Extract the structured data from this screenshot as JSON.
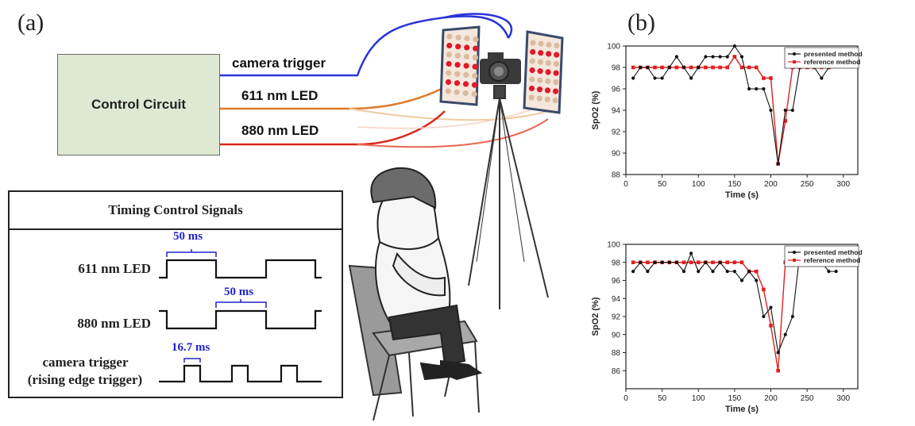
{
  "panels": {
    "a": "(a)",
    "b": "(b)"
  },
  "setup": {
    "control_circuit": "Control Circuit",
    "signals": [
      "camera trigger",
      "611 nm LED",
      "880 nm LED"
    ],
    "signal_colors": [
      "#2a35d6",
      "#e07a2a",
      "#d8281c"
    ]
  },
  "timing": {
    "title": "Timing Control Signals",
    "rows": [
      {
        "label": "611 nm LED",
        "duration": "50 ms"
      },
      {
        "label": "880 nm LED",
        "duration": "50 ms"
      },
      {
        "label": "camera trigger",
        "label2": "(rising edge trigger)",
        "duration": "16.7 ms"
      }
    ]
  },
  "chart_data": [
    {
      "type": "line",
      "xlabel": "Time (s)",
      "ylabel": "SpO2 (%)",
      "xlim": [
        0,
        320
      ],
      "ylim": [
        88,
        100
      ],
      "xticks": [
        0,
        50,
        100,
        150,
        200,
        250,
        300
      ],
      "yticks": [
        88,
        90,
        92,
        94,
        96,
        98,
        100
      ],
      "legend_position": "top-right",
      "series": [
        {
          "name": "presented method",
          "color": "#111111",
          "points": [
            [
              10,
              97
            ],
            [
              20,
              98
            ],
            [
              30,
              98
            ],
            [
              40,
              97
            ],
            [
              50,
              97
            ],
            [
              60,
              98
            ],
            [
              70,
              99
            ],
            [
              80,
              98
            ],
            [
              90,
              97
            ],
            [
              100,
              98
            ],
            [
              110,
              99
            ],
            [
              120,
              99
            ],
            [
              130,
              99
            ],
            [
              140,
              99
            ],
            [
              150,
              100
            ],
            [
              160,
              99
            ],
            [
              170,
              96
            ],
            [
              180,
              96
            ],
            [
              190,
              96
            ],
            [
              200,
              94
            ],
            [
              210,
              89
            ],
            [
              220,
              94
            ],
            [
              230,
              94
            ],
            [
              240,
              98
            ],
            [
              250,
              99
            ],
            [
              260,
              98
            ],
            [
              270,
              97
            ],
            [
              280,
              98
            ]
          ]
        },
        {
          "name": "reference method",
          "color": "#e02020",
          "points": [
            [
              10,
              98
            ],
            [
              20,
              98
            ],
            [
              30,
              98
            ],
            [
              40,
              98
            ],
            [
              50,
              98
            ],
            [
              60,
              98
            ],
            [
              70,
              98
            ],
            [
              80,
              98
            ],
            [
              90,
              98
            ],
            [
              100,
              98
            ],
            [
              110,
              98
            ],
            [
              120,
              98
            ],
            [
              130,
              98
            ],
            [
              140,
              98
            ],
            [
              150,
              99
            ],
            [
              160,
              98
            ],
            [
              170,
              98
            ],
            [
              180,
              98
            ],
            [
              190,
              97
            ],
            [
              200,
              97
            ],
            [
              210,
              89
            ],
            [
              220,
              93
            ],
            [
              230,
              98
            ],
            [
              240,
              98
            ],
            [
              250,
              98
            ],
            [
              260,
              98
            ],
            [
              270,
              98
            ],
            [
              280,
              98
            ]
          ]
        }
      ]
    },
    {
      "type": "line",
      "xlabel": "Time (s)",
      "ylabel": "SpO2 (%)",
      "xlim": [
        0,
        320
      ],
      "ylim": [
        84,
        100
      ],
      "xticks": [
        0,
        50,
        100,
        150,
        200,
        250,
        300
      ],
      "yticks": [
        86,
        88,
        90,
        92,
        94,
        96,
        98,
        100
      ],
      "legend_position": "top-right",
      "series": [
        {
          "name": "presented method",
          "color": "#111111",
          "points": [
            [
              10,
              97
            ],
            [
              20,
              98
            ],
            [
              30,
              97
            ],
            [
              40,
              98
            ],
            [
              50,
              98
            ],
            [
              60,
              98
            ],
            [
              70,
              98
            ],
            [
              80,
              97
            ],
            [
              90,
              99
            ],
            [
              100,
              97
            ],
            [
              110,
              98
            ],
            [
              120,
              97
            ],
            [
              130,
              98
            ],
            [
              140,
              97
            ],
            [
              150,
              97
            ],
            [
              160,
              96
            ],
            [
              170,
              97
            ],
            [
              180,
              96
            ],
            [
              190,
              92
            ],
            [
              200,
              93
            ],
            [
              210,
              88
            ],
            [
              220,
              90
            ],
            [
              230,
              92
            ],
            [
              240,
              99
            ],
            [
              250,
              99
            ],
            [
              260,
              99
            ],
            [
              270,
              98
            ],
            [
              280,
              97
            ],
            [
              290,
              97
            ]
          ]
        },
        {
          "name": "reference method",
          "color": "#e02020",
          "points": [
            [
              10,
              98
            ],
            [
              20,
              98
            ],
            [
              30,
              98
            ],
            [
              40,
              98
            ],
            [
              50,
              98
            ],
            [
              60,
              98
            ],
            [
              70,
              98
            ],
            [
              80,
              98
            ],
            [
              90,
              98
            ],
            [
              100,
              98
            ],
            [
              110,
              98
            ],
            [
              120,
              98
            ],
            [
              130,
              98
            ],
            [
              140,
              98
            ],
            [
              150,
              98
            ],
            [
              160,
              98
            ],
            [
              170,
              97
            ],
            [
              180,
              97
            ],
            [
              190,
              95
            ],
            [
              200,
              91
            ],
            [
              210,
              86
            ],
            [
              220,
              98
            ],
            [
              230,
              98
            ],
            [
              240,
              98
            ],
            [
              250,
              98
            ],
            [
              260,
              98
            ],
            [
              270,
              98
            ],
            [
              280,
              98
            ],
            [
              290,
              98
            ]
          ]
        }
      ]
    }
  ]
}
